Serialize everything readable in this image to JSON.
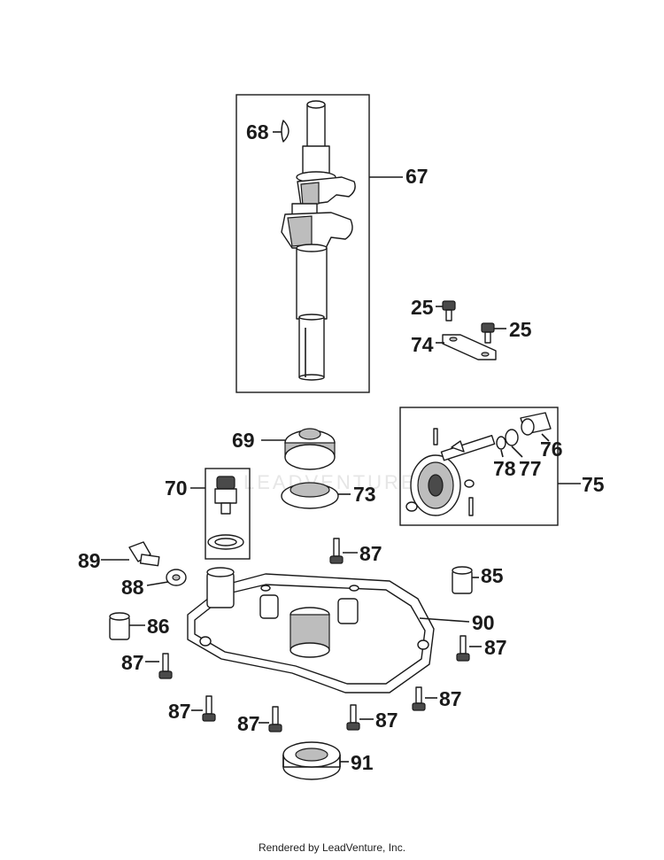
{
  "callouts": {
    "c67": "67",
    "c68": "68",
    "c69": "69",
    "c70": "70",
    "c73": "73",
    "c74": "74",
    "c25a": "25",
    "c25b": "25",
    "c75": "75",
    "c76": "76",
    "c77": "77",
    "c78": "78",
    "c85": "85",
    "c86": "86",
    "c87a": "87",
    "c87b": "87",
    "c87c": "87",
    "c87d": "87",
    "c87e": "87",
    "c87f": "87",
    "c87g": "87",
    "c88": "88",
    "c89": "89",
    "c90": "90",
    "c91": "91"
  },
  "watermark": "LEADVENTURE",
  "footer": "Rendered by LeadVenture, Inc."
}
